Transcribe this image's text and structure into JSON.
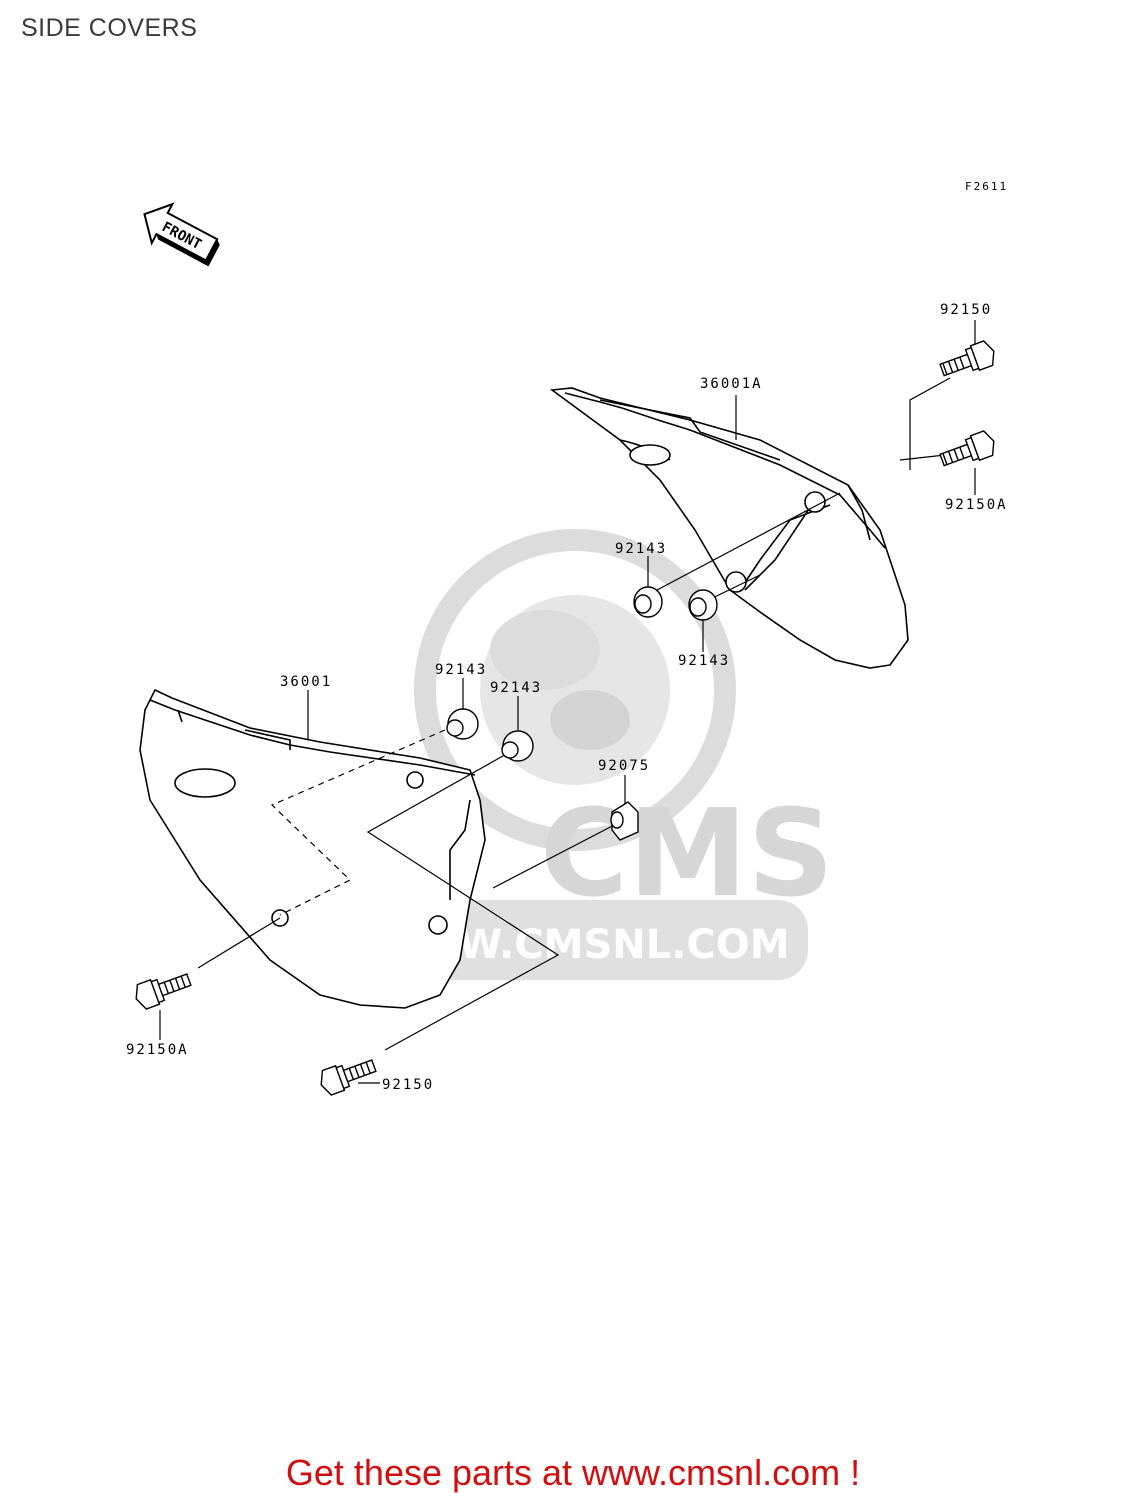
{
  "page": {
    "title": "SIDE COVERS",
    "figure_code": "F2611",
    "front_label": "FRONT"
  },
  "watermark": {
    "brand": "CMS",
    "url": "WWW.CMSNL.COM"
  },
  "parts": {
    "cover_right": "36001A",
    "cover_left": "36001",
    "bolt_top": "92150",
    "bolt_top_a": "92150A",
    "grommet_upper_1": "92143",
    "grommet_upper_2": "92143",
    "grommet_lower_1": "92143",
    "grommet_lower_2": "92143",
    "damper": "92075",
    "bolt_left_a": "92150A",
    "bolt_bottom": "92150"
  },
  "footer": {
    "text": "Get these parts at www.cmsnl.com !"
  },
  "colors": {
    "footer": "#d01010",
    "watermark": "#d9d9d9",
    "line": "#000000"
  }
}
